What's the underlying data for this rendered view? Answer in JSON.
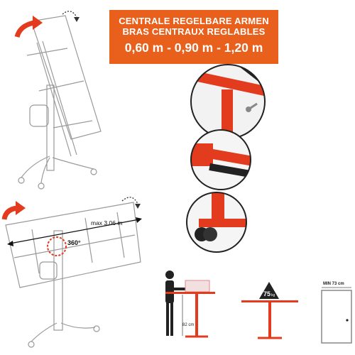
{
  "banner": {
    "line1": "CENTRALE REGELBARE ARMEN",
    "line2": "BRAS CENTRAUX REGLABLES",
    "sizes": "0,60 m - 0,90 m - 1,20 m",
    "background": "#e8601c"
  },
  "lift_diagram": {
    "max_width_label": "max 3,06 m",
    "rotation_label": "360°"
  },
  "specs": {
    "table_height_label": "82 cm",
    "weight_label_value": "75",
    "weight_label_unit": "kg",
    "door_width_label": "MIN 73 cm"
  },
  "colors": {
    "accent": "#e8601c",
    "product_red": "#e23b1e",
    "line": "#9a9a9a"
  }
}
